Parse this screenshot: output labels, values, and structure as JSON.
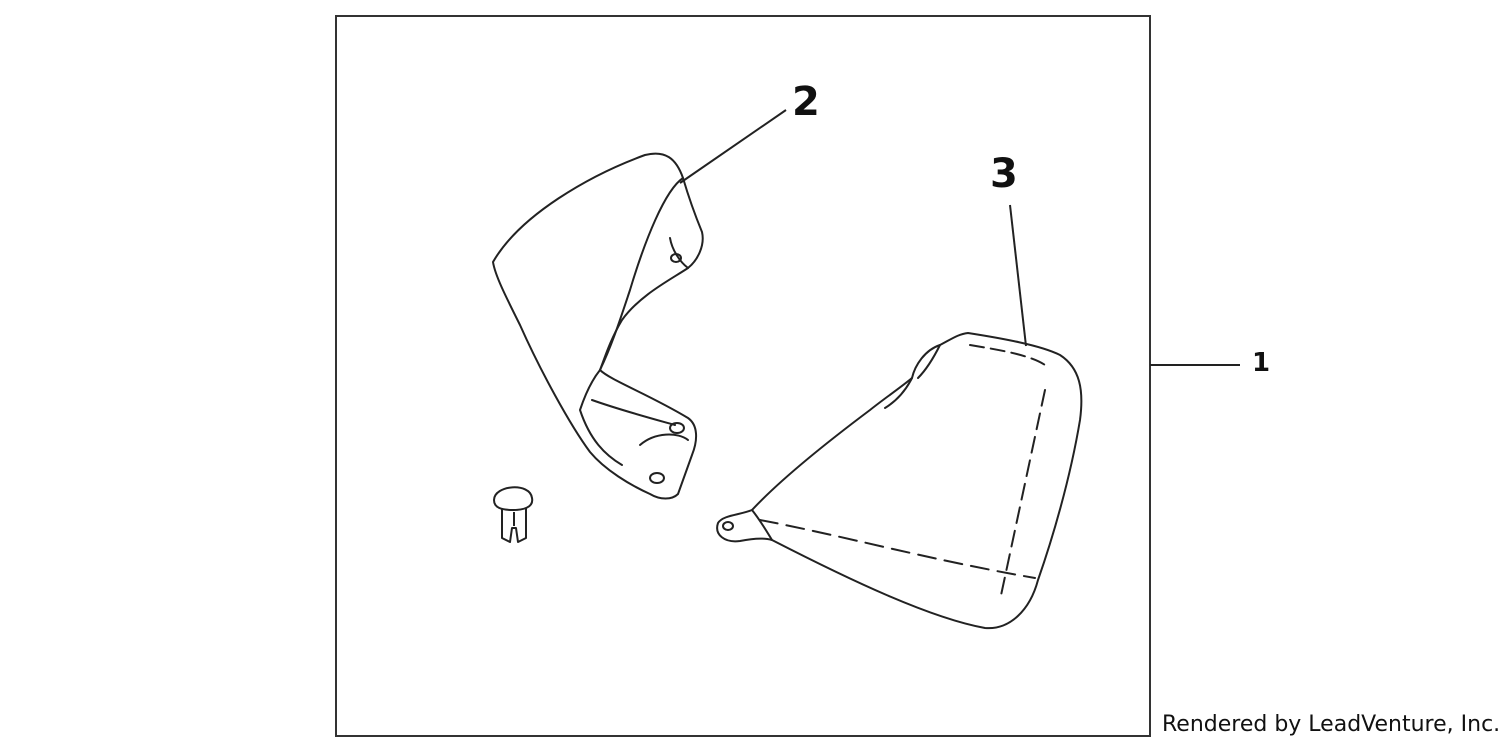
{
  "diagram": {
    "callouts": {
      "kit": "1",
      "left_part": "2",
      "right_part": "3"
    },
    "credit": "Rendered by LeadVenture, Inc.",
    "colors": {
      "line": "#222222",
      "frame": "#333333",
      "background": "#ffffff"
    }
  }
}
